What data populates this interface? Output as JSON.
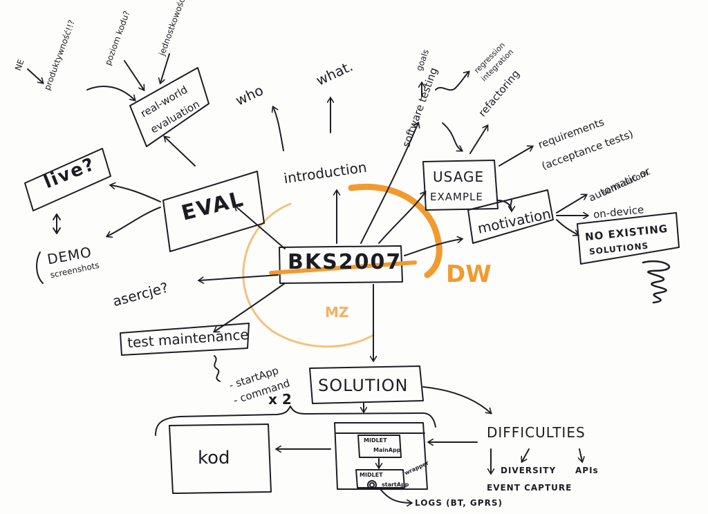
{
  "center": {
    "label": "BKS2007"
  },
  "eval": {
    "label": "EVAL"
  },
  "live": {
    "label": "live?"
  },
  "demo": {
    "label": "DEMO",
    "sub": "screenshots"
  },
  "real_world": {
    "line1": "real-world",
    "line2": "evaluation"
  },
  "side_notes": {
    "ne": "NE",
    "produktywnosc": "produktywność!!?",
    "poziom_kodu": "poziom kodu?",
    "jednostkowosc": "jednostkowość"
  },
  "who": "who",
  "what": "what.",
  "introduction": "introduction",
  "software_testing": "software testing",
  "goals": "goals",
  "regression": {
    "line1": "regression",
    "line2": "integration"
  },
  "refactoring": "refactoring",
  "usage": {
    "line1": "USAGE",
    "line2": "EXAMPLE"
  },
  "requirements": {
    "line1": "requirements",
    "line2": "(acceptance tests)"
  },
  "motivation": "motivation",
  "automatic": {
    "line1": "automatic or",
    "line2": "semi-autom."
  },
  "on_device": "on-device",
  "no_existing": {
    "line1": "NO EXISTING",
    "line2": "SOLUTIONS"
  },
  "asercje": "asercje?",
  "test_maintenance": "test maintenance",
  "mz": "MZ",
  "dw": "DW",
  "commands": {
    "line1": "- startApp",
    "line2": "- command",
    "times": "x 2"
  },
  "solution": "SOLUTION",
  "kod": "kod",
  "phone": {
    "midlet1": "MIDLET",
    "sub1": "MainApp",
    "midlet2": "MIDLET",
    "sub2": "startApp",
    "wrapper": "wrapper"
  },
  "logs": "LOGS (BT, GPRS)",
  "difficulties": {
    "title": "DIFFICULTIES",
    "diversity": "DIVERSITY",
    "apis": "APIs",
    "event_capture": "EVENT CAPTURE"
  },
  "colors": {
    "ink": "#1c1c22",
    "orange": "#f29a2e",
    "orange_light": "#f6c07a"
  }
}
